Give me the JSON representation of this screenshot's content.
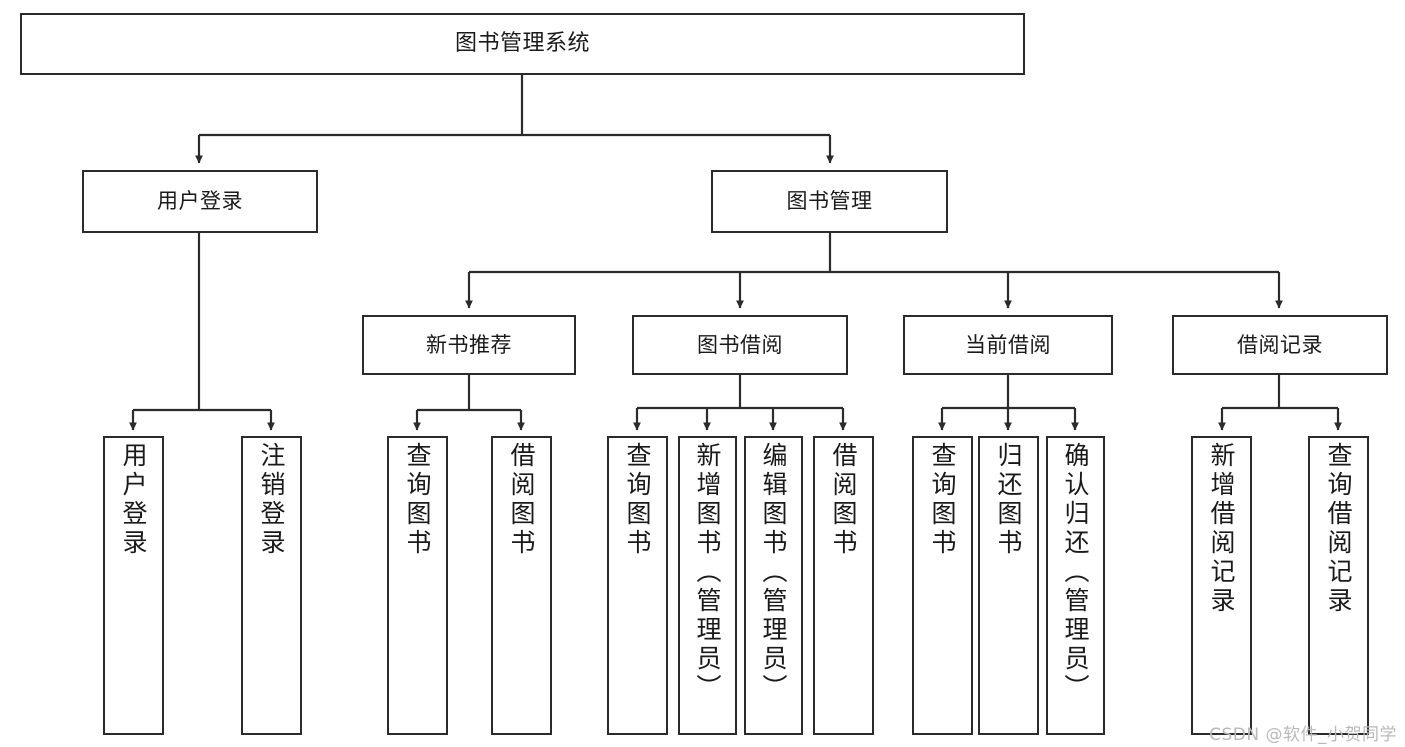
{
  "diagram": {
    "title": "图书管理系统",
    "type": "hierarchy-tree",
    "watermark": "CSDN @软件_小贺同学",
    "colors": {
      "box_border": "#2b2b2b",
      "box_fill": "#ffffff",
      "edge": "#2b2b2b",
      "text": "#1a1a1a",
      "watermark": "#b9b9b9"
    },
    "nodes": {
      "root": {
        "label": "图书管理系统"
      },
      "level2": [
        {
          "id": "user-login",
          "label": "用户登录"
        },
        {
          "id": "book-management",
          "label": "图书管理"
        }
      ],
      "level3": [
        {
          "id": "new-book-recommend",
          "label": "新书推荐"
        },
        {
          "id": "book-borrow",
          "label": "图书借阅"
        },
        {
          "id": "current-borrow",
          "label": "当前借阅"
        },
        {
          "id": "borrow-record",
          "label": "借阅记录"
        }
      ],
      "leaves": {
        "user_login": [
          {
            "id": "leaf-user-login",
            "label": "用户登录"
          },
          {
            "id": "leaf-logout-login",
            "label": "注销登录"
          }
        ],
        "new_book_recommend": [
          {
            "id": "leaf-query-book-1",
            "label": "查询图书"
          },
          {
            "id": "leaf-borrow-book-1",
            "label": "借阅图书"
          }
        ],
        "book_borrow": [
          {
            "id": "leaf-query-book-2",
            "label": "查询图书"
          },
          {
            "id": "leaf-add-book",
            "label": "新增图书（管理员）"
          },
          {
            "id": "leaf-edit-book",
            "label": "编辑图书（管理员）"
          },
          {
            "id": "leaf-borrow-book-2",
            "label": "借阅图书"
          }
        ],
        "current_borrow": [
          {
            "id": "leaf-query-book-3",
            "label": "查询图书"
          },
          {
            "id": "leaf-return-book",
            "label": "归还图书"
          },
          {
            "id": "leaf-confirm-return",
            "label": "确认归还（管理员）"
          }
        ],
        "borrow_record": [
          {
            "id": "leaf-add-record",
            "label": "新增借阅记录"
          },
          {
            "id": "leaf-query-record",
            "label": "查询借阅记录"
          }
        ]
      }
    }
  }
}
